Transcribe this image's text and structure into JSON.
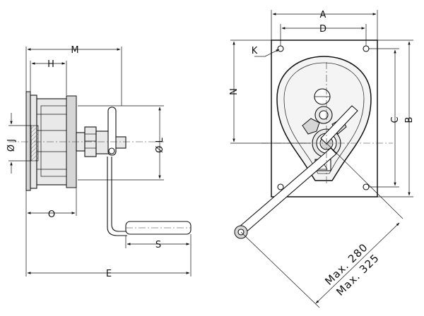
{
  "labels": {
    "A": "A",
    "B": "B",
    "C": "C",
    "D": "D",
    "E": "E",
    "H": "H",
    "J": "J",
    "K": "K",
    "L": "L",
    "M": "M",
    "N": "N",
    "O": "O",
    "S": "S",
    "phi": "Ø"
  },
  "crank_radius": {
    "line1": "Max. 280",
    "line2": "Max. 325"
  }
}
